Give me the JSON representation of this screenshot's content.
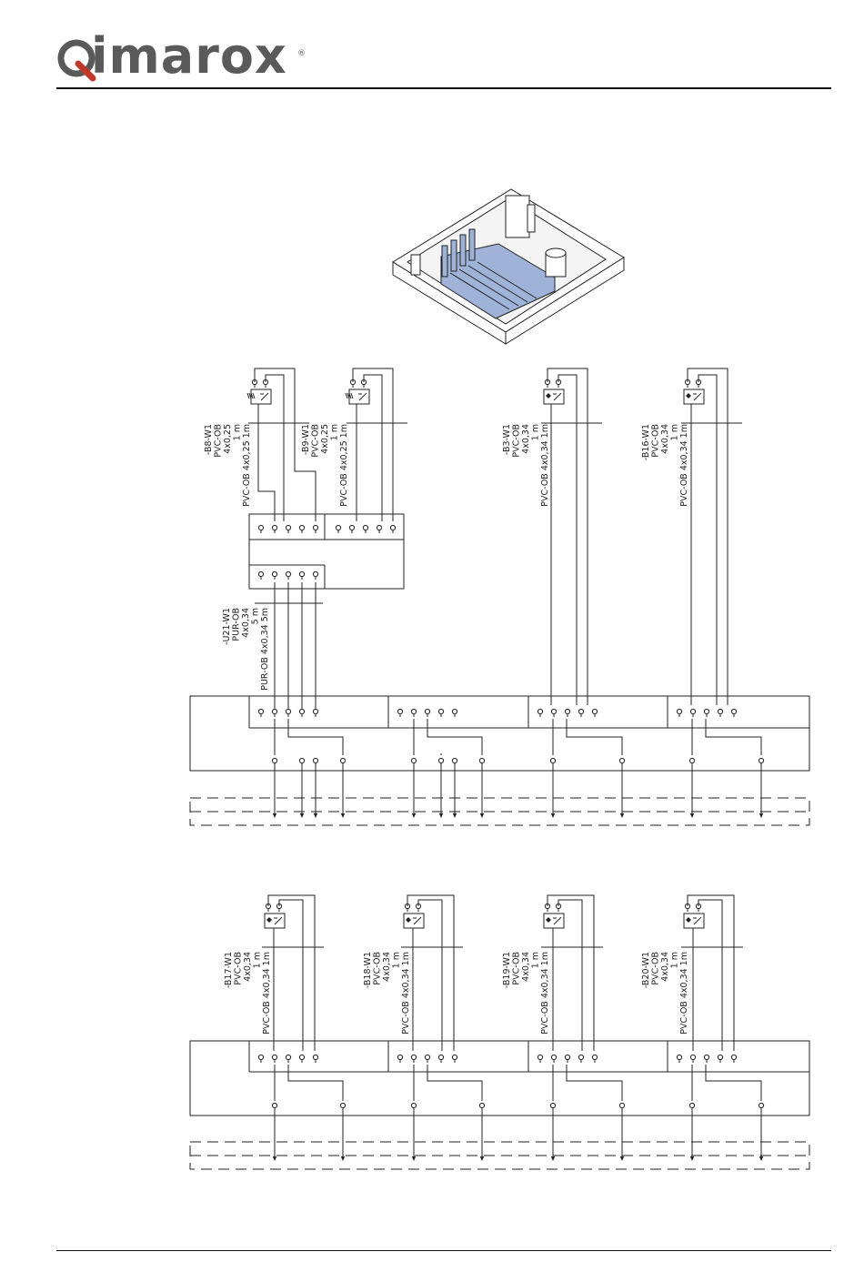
{
  "brand": {
    "name": "Qimarox",
    "logo_text": "imarox",
    "registered": "®",
    "logo_color": "#5a5a5a",
    "accent": "#9fb3d8"
  },
  "cables": {
    "B8": [
      "-B8-W1",
      "PVC-OB",
      "4x0,25",
      "1 m",
      "PVC-OB 4x0,25 1m"
    ],
    "B9": [
      "-B9-W1",
      "PVC-OB",
      "4x0,25",
      "1 m",
      "PVC-OB 4x0,25 1m"
    ],
    "B3": [
      "-B3-W1",
      "PVC-OB",
      "4x0,34",
      "1 m",
      "PVC-OB 4x0,34 1m"
    ],
    "B16": [
      "-B16-W1",
      "PVC-OB",
      "4x0,34",
      "1 m",
      "PVC-OB 4x0,34 1m"
    ],
    "U21": [
      "-U21-W1",
      "PUR-OB",
      "4x0,34",
      "5 m",
      "PUR-OB 4x0,34 5m"
    ],
    "B17": [
      "-B17-W1",
      "PVC-OB",
      "4x0,34",
      "1 m",
      "PVC-OB 4x0,34 1m"
    ],
    "B18": [
      "-B18-W1",
      "PVC-OB",
      "4x0,34",
      "1 m",
      "PVC-OB 4x0,34 1m"
    ],
    "B19": [
      "-B19-W1",
      "PVC-OB",
      "4x0,34",
      "1 m",
      "PVC-OB 4x0,34 1m"
    ],
    "B20": [
      "-B20-W1",
      "PVC-OB",
      "4x0,34",
      "1 m",
      "PVC-OB 4x0,34 1m"
    ]
  }
}
